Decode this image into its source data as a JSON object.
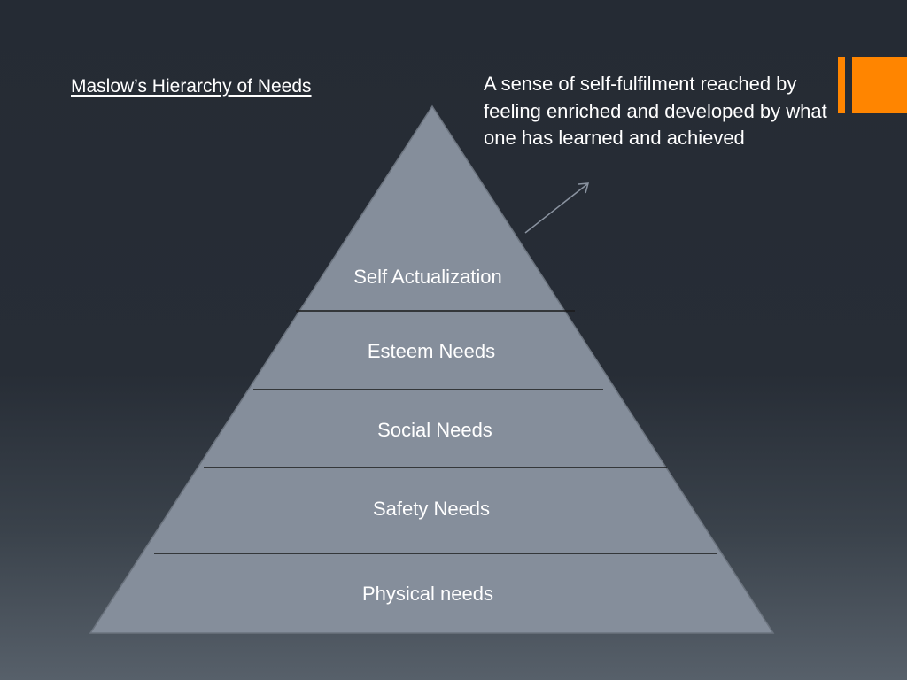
{
  "slide": {
    "title": "Maslow’s Hierarchy of Needs",
    "annotation": "A sense of self-fulfilment reached by feeling enriched and developed by what one has learned and achieved",
    "accent_color": "#ff8500",
    "pyramid_fill": "#858e9b",
    "tiers": [
      {
        "label": "Self Actualization"
      },
      {
        "label": "Esteem Needs"
      },
      {
        "label": "Social Needs"
      },
      {
        "label": "Safety Needs"
      },
      {
        "label": "Physical needs"
      }
    ]
  }
}
